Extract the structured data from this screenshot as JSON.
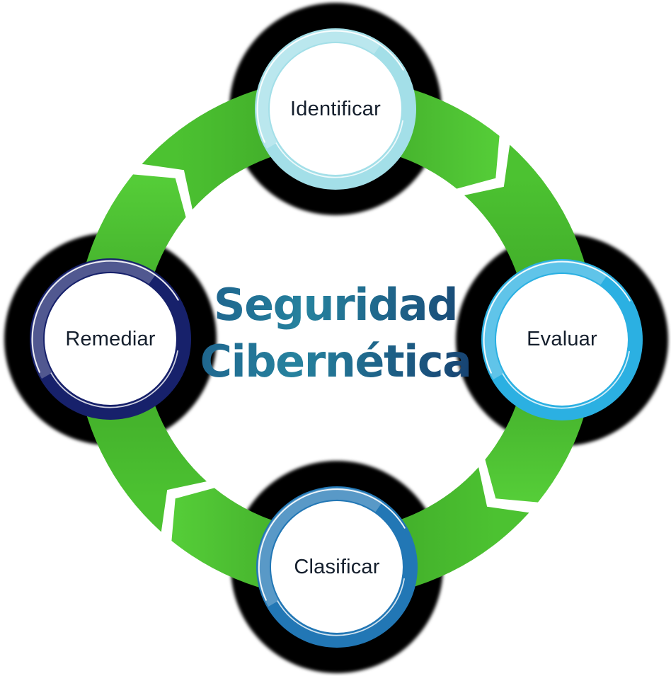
{
  "diagram": {
    "title": {
      "line1": "Seguridad",
      "line2": "Cibernética"
    },
    "title_colors": {
      "navy_start": "#153e78",
      "teal_mid": "#26829e",
      "navy_end": "#112c62"
    },
    "label_color": "#141e2c",
    "background": "#ffffff",
    "shadow_color": "#000000",
    "arrow": {
      "direction": "clockwise",
      "color": "#4cc231",
      "color_dark": "#3da427",
      "color_light": "#55cd38"
    },
    "nodes": [
      {
        "id": "identificar",
        "label": "Identificar",
        "position": "top",
        "ring_color": "#a3dfe8"
      },
      {
        "id": "evaluar",
        "label": "Evaluar",
        "position": "right",
        "ring_color": "#2bb0e2"
      },
      {
        "id": "clasificar",
        "label": "Clasificar",
        "position": "bottom",
        "ring_color": "#2277b5"
      },
      {
        "id": "remediar",
        "label": "Remediar",
        "position": "left",
        "ring_color": "#17216b"
      }
    ]
  }
}
